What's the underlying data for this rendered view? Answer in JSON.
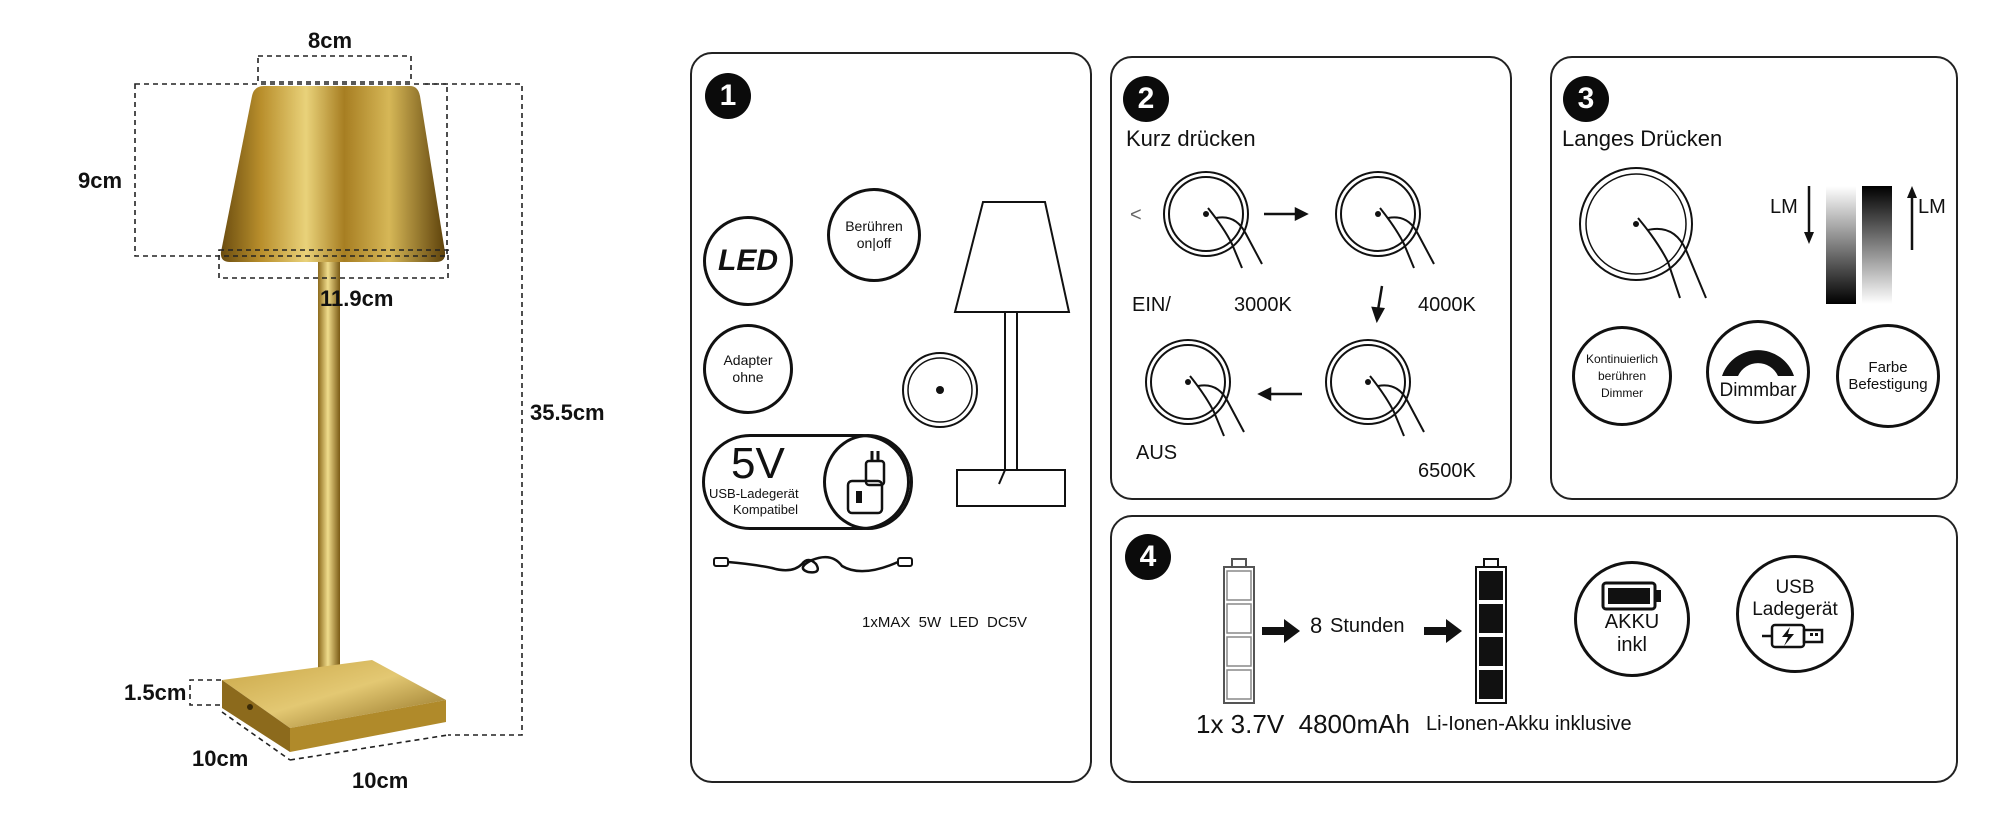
{
  "dimensions": {
    "top_width": "8cm",
    "shade_height": "9cm",
    "shade_bottom_width": "11.9cm",
    "total_height": "35.5cm",
    "base_height": "1.5cm",
    "base_depth": "10cm",
    "base_width": "10cm"
  },
  "panel1": {
    "number": "1",
    "led_label": "LED",
    "touch_line1": "Berühren",
    "touch_line2": "on|off",
    "adapter_line1": "Adapter",
    "adapter_line2": "ohne",
    "volt": "5V",
    "charger_line1": "USB-Ladegerät",
    "charger_line2": "Kompatibel",
    "spec": "1xMAX  5W  LED  DC5V"
  },
  "panel2": {
    "number": "2",
    "title": "Kurz drücken",
    "lt": "<",
    "on_label": "EIN/",
    "k1": "3000K",
    "k2": "4000K",
    "off_label": "AUS",
    "k3": "6500K"
  },
  "panel3": {
    "number": "3",
    "title": "Langes Drücken",
    "lm_left": "LM",
    "lm_right": "LM",
    "c1_line1": "Kontinuierlich",
    "c1_line2": "berühren",
    "c1_line3": "Dimmer",
    "minus": "-",
    "plus": "+",
    "dimmbar": "Dimmbar",
    "c3_line1": "Farbe",
    "c3_line2": "Befestigung"
  },
  "panel4": {
    "number": "4",
    "hours_num": "8",
    "hours_label": "Stunden",
    "battery_spec": "1x 3.7V  4800mAh",
    "battery_type": "Li-Ionen-Akku inklusive",
    "akku_line1": "AKKU",
    "akku_line2": "inkl",
    "usb_line1": "USB",
    "usb_line2": "Ladegerät"
  },
  "colors": {
    "gold_light": "#e9d27a",
    "gold_mid": "#b98f2c",
    "gold_dark": "#6b4d10",
    "ink": "#111111"
  }
}
